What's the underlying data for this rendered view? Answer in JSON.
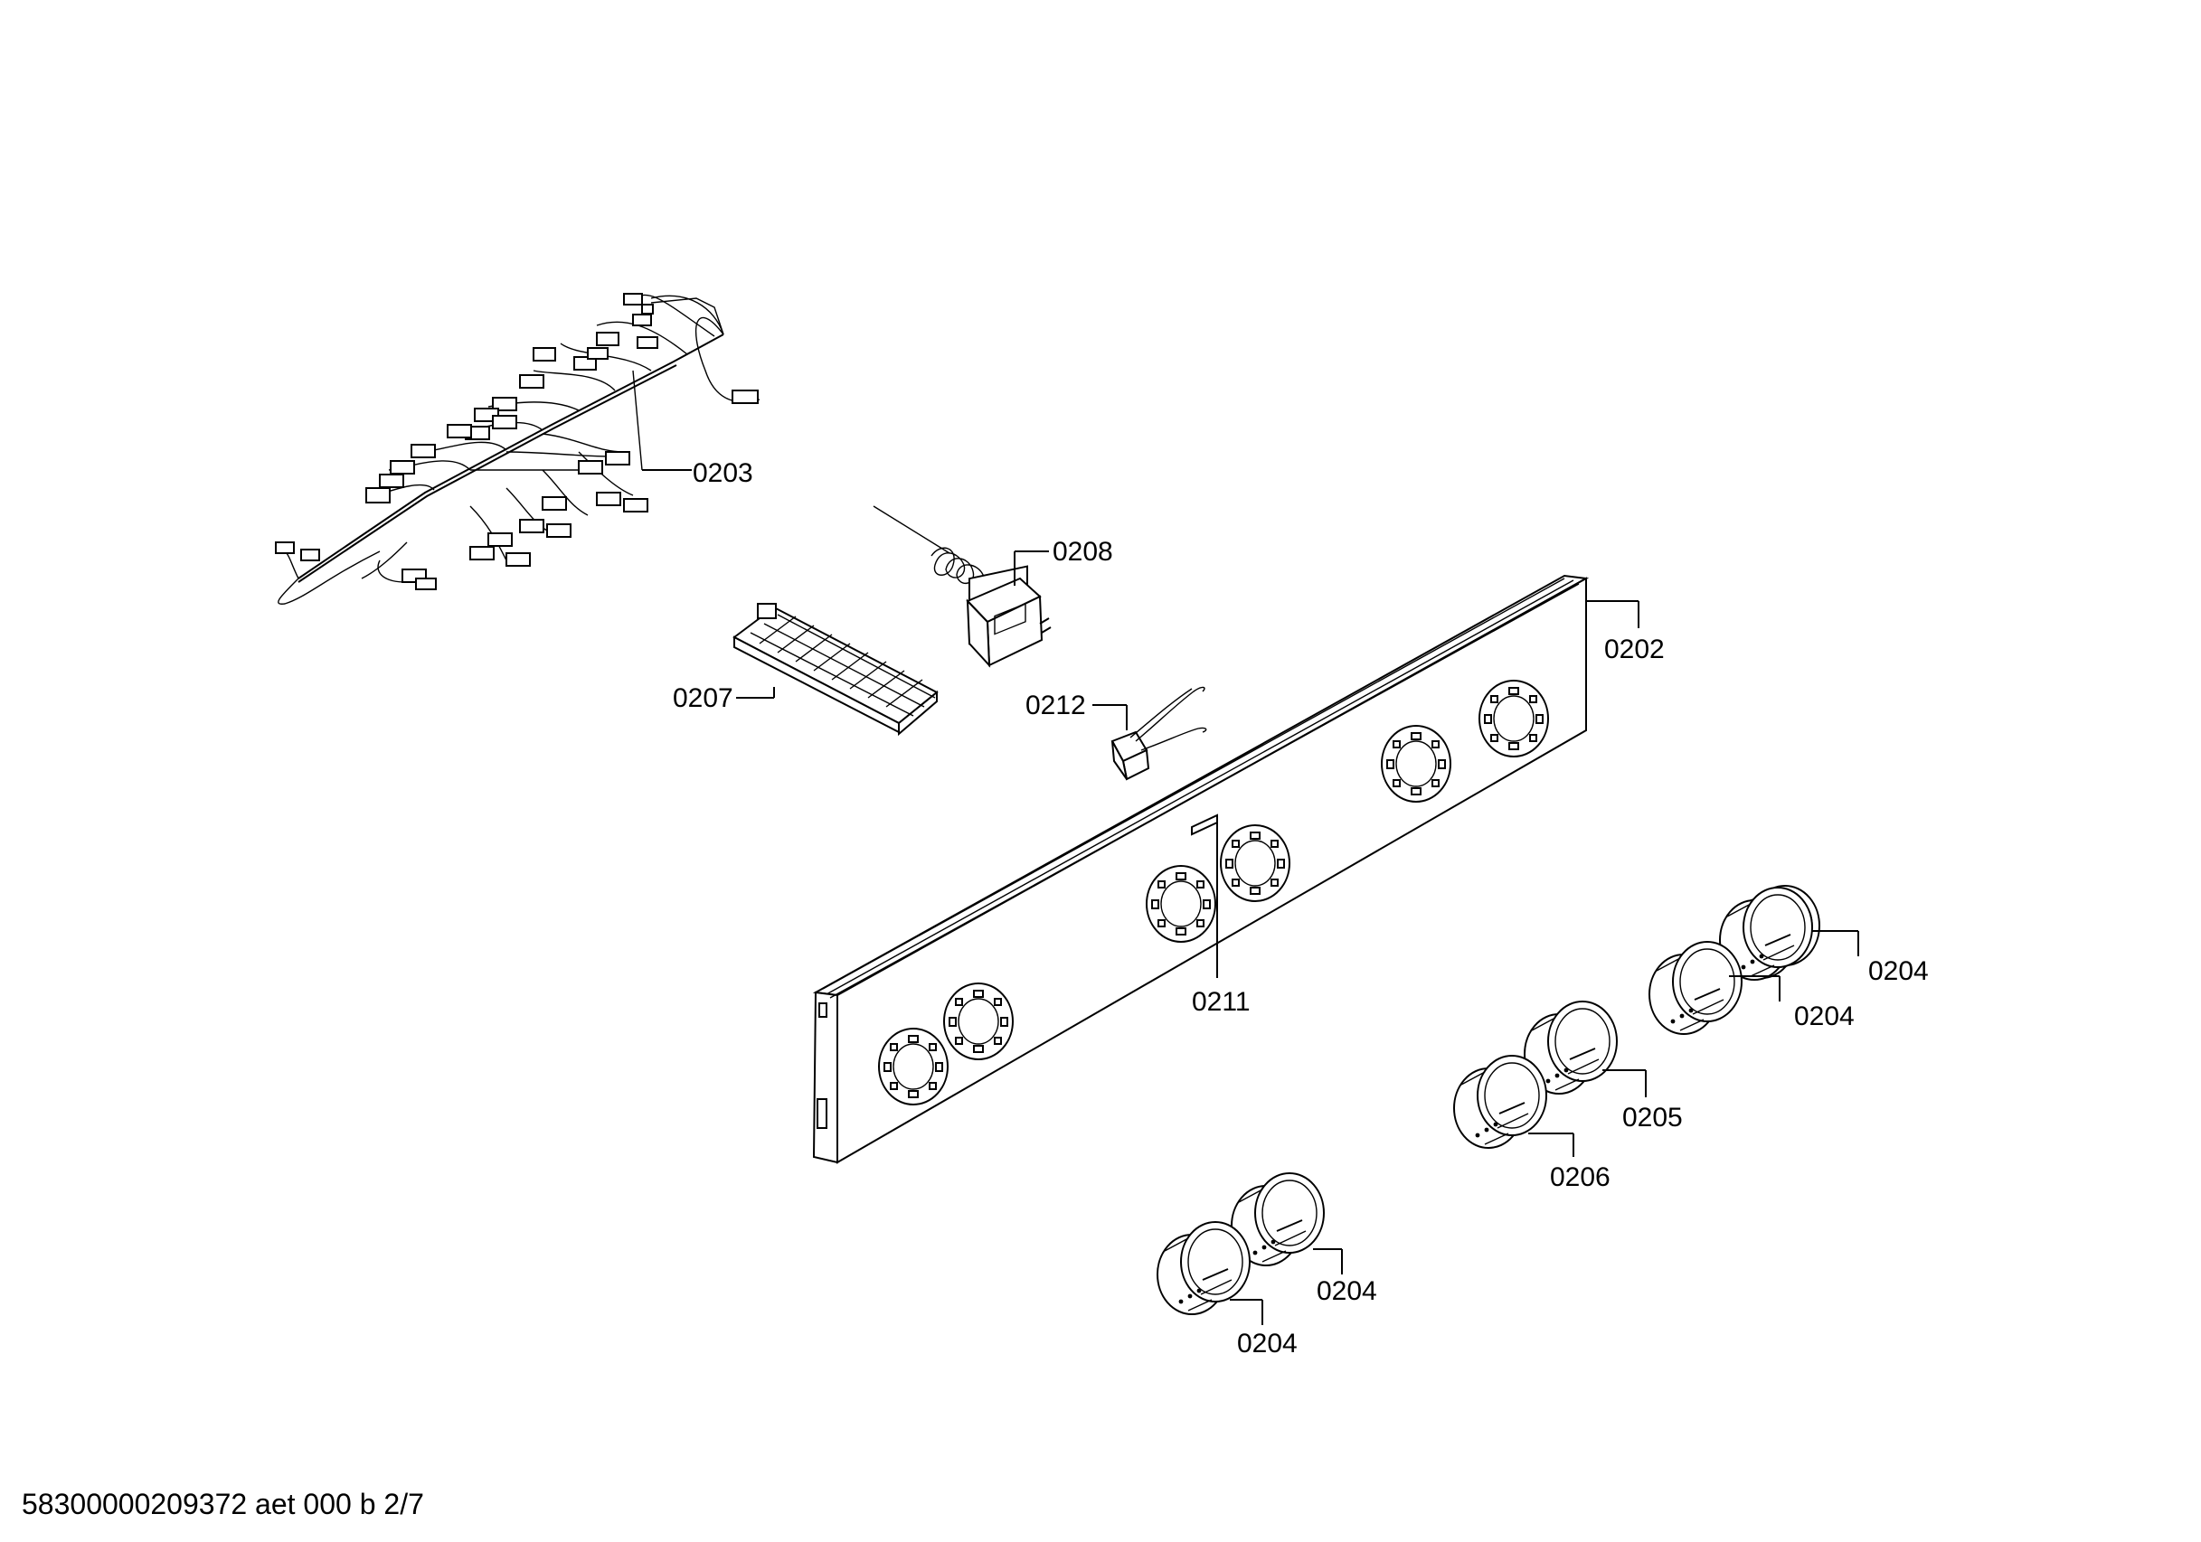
{
  "callouts": {
    "c0202": "0202",
    "c0203": "0203",
    "c0204a": "0204",
    "c0204b": "0204",
    "c0204c": "0204",
    "c0204d": "0204",
    "c0205": "0205",
    "c0206": "0206",
    "c0207": "0207",
    "c0208": "0208",
    "c0211": "0211",
    "c0212": "0212"
  },
  "footer": "58300000209372 aet 000 b 2/7"
}
